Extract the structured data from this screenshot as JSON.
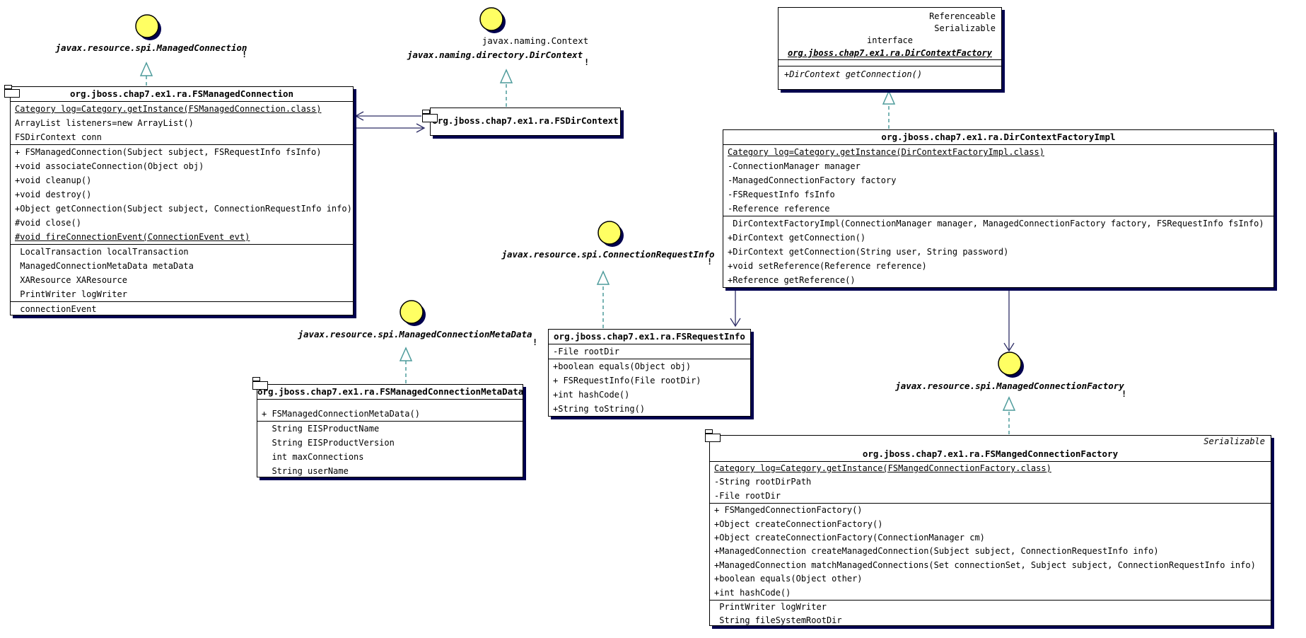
{
  "diagram": {
    "tick": "!",
    "colors": {
      "lollipop_fill": "#ffff63",
      "realization_teal": "#4d9b9b",
      "box_shadow_navy": "#00004f",
      "arrow_navy": "#2e2e66"
    }
  },
  "lollipops": {
    "managed_connection": {
      "label": "javax.resource.spi.ManagedConnection"
    },
    "dir_context": {
      "label_top": "javax.naming.Context",
      "label": "javax.naming.directory.DirContext"
    },
    "connection_request_info": {
      "label": "javax.resource.spi.ConnectionRequestInfo"
    },
    "managed_connection_meta_data": {
      "label": "javax.resource.spi.ManagedConnectionMetaData"
    },
    "managed_connection_factory": {
      "label": "javax.resource.spi.ManagedConnectionFactory"
    }
  },
  "dir_context_factory": {
    "stereotypes": [
      "Referenceable",
      "Serializable"
    ],
    "kind": "interface",
    "title": "org.jboss.chap7.ex1.ra.DirContextFactory",
    "methods": [
      "+DirContext getConnection()"
    ]
  },
  "fs_managed_connection": {
    "title": "org.jboss.chap7.ex1.ra.FSManagedConnection",
    "attributes": [
      "Category log=Category.getInstance(FSManagedConnection.class)",
      "ArrayList listeners=new ArrayList()",
      "FSDirContext conn"
    ],
    "methods": [
      "+ FSManagedConnection(Subject subject, FSRequestInfo fsInfo)",
      "+void associateConnection(Object obj)",
      "+void cleanup()",
      "+void destroy()",
      "+Object getConnection(Subject subject, ConnectionRequestInfo info)",
      "#void close()",
      "#void fireConnectionEvent(ConnectionEvent evt)"
    ],
    "properties": [
      " LocalTransaction localTransaction",
      " ManagedConnectionMetaData metaData",
      " XAResource XAResource",
      " PrintWriter logWriter"
    ],
    "extra": [
      " connectionEvent"
    ]
  },
  "fs_dir_context": {
    "title": "org.jboss.chap7.ex1.ra.FSDirContext"
  },
  "dir_context_factory_impl": {
    "title": "org.jboss.chap7.ex1.ra.DirContextFactoryImpl",
    "attributes": [
      "Category log=Category.getInstance(DirContextFactoryImpl.class)",
      "-ConnectionManager manager",
      "-ManagedConnectionFactory factory",
      "-FSRequestInfo fsInfo",
      "-Reference reference"
    ],
    "methods": [
      " DirContextFactoryImpl(ConnectionManager manager, ManagedConnectionFactory factory, FSRequestInfo fsInfo)",
      "+DirContext getConnection()",
      "+DirContext getConnection(String user, String password)",
      "+void setReference(Reference reference)",
      "+Reference getReference()"
    ]
  },
  "fs_request_info": {
    "title": "org.jboss.chap7.ex1.ra.FSRequestInfo",
    "attributes": [
      "-File rootDir"
    ],
    "methods": [
      "+boolean equals(Object obj)",
      "+ FSRequestInfo(File rootDir)",
      "+int hashCode()",
      "+String toString()"
    ]
  },
  "fs_managed_connection_meta_data": {
    "title": "org.jboss.chap7.ex1.ra.FSManagedConnectionMetaData",
    "methods": [
      "+ FSManagedConnectionMetaData()"
    ],
    "properties": [
      "  String EISProductName",
      "  String EISProductVersion",
      "  int maxConnections",
      "  String userName"
    ]
  },
  "fs_manged_connection_factory": {
    "stereotype": "Serializable",
    "title": "org.jboss.chap7.ex1.ra.FSMangedConnectionFactory",
    "attributes": [
      "Category log=Category.getInstance(FSMangedConnectionFactory.class)",
      "-String rootDirPath",
      "-File rootDir"
    ],
    "methods": [
      "+ FSMangedConnectionFactory()",
      "+Object createConnectionFactory()",
      "+Object createConnectionFactory(ConnectionManager cm)",
      "+ManagedConnection createManagedConnection(Subject subject, ConnectionRequestInfo info)",
      "+ManagedConnection matchManagedConnections(Set connectionSet, Subject subject, ConnectionRequestInfo info)",
      "+boolean equals(Object other)",
      "+int hashCode()"
    ],
    "properties": [
      " PrintWriter logWriter",
      " String fileSystemRootDir"
    ]
  }
}
